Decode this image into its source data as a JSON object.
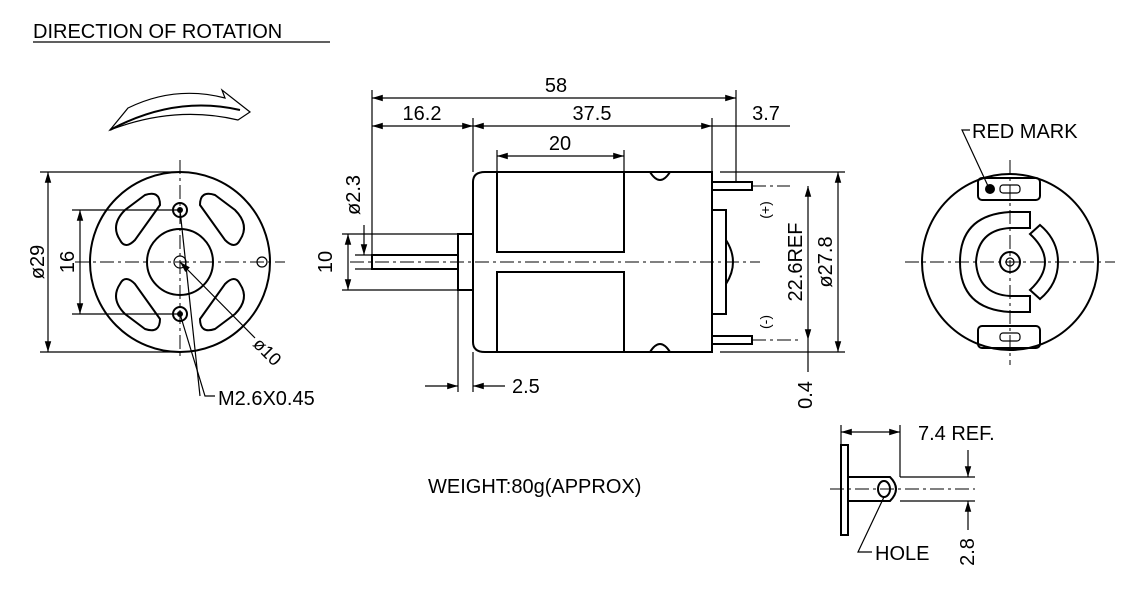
{
  "title": "DIRECTION OF ROTATION",
  "weight": "WEIGHT:80g(APPROX)",
  "front_view": {
    "dia_outer": "ø29",
    "dim_holes": "16",
    "dia_boss": "ø10",
    "screw": "M2.6X0.45"
  },
  "side_view": {
    "total_length": "58",
    "shaft_length": "16.2",
    "body_length": "37.5",
    "magnet_length": "20",
    "terminal_length": "3.7",
    "shaft_dia": "ø2.3",
    "boss_dia": "10",
    "boss_thickness": "2.5",
    "terminal_pitch": "22.6REF",
    "body_dia": "ø27.8",
    "terminal_offset": "0.4",
    "plus": "(+)",
    "minus": "(-)"
  },
  "rear_view": {
    "red_mark": "RED MARK"
  },
  "terminal_detail": {
    "ref_length": "7.4 REF.",
    "hole": "HOLE",
    "thickness": "2.8"
  }
}
